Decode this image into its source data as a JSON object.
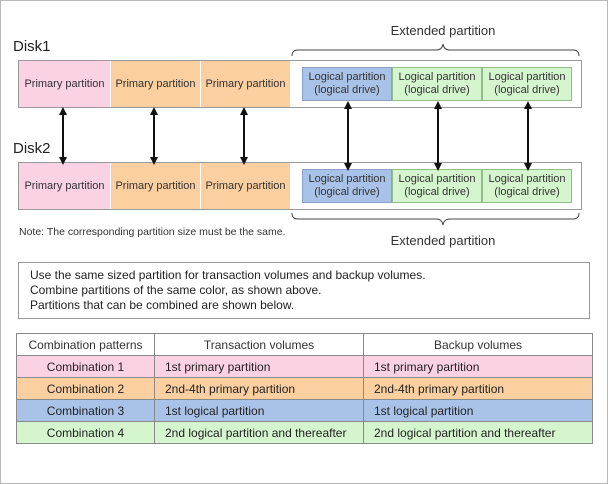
{
  "disks": [
    {
      "label": "Disk1",
      "primary": [
        "Primary partition",
        "Primary partition",
        "Primary partition"
      ],
      "logical": [
        {
          "line1": "Logical partition",
          "line2": "(logical drive)"
        },
        {
          "line1": "Logical partition",
          "line2": "(logical drive)"
        },
        {
          "line1": "Logical partition",
          "line2": "(logical drive)"
        }
      ]
    },
    {
      "label": "Disk2",
      "primary": [
        "Primary partition",
        "Primary partition",
        "Primary partition"
      ],
      "logical": [
        {
          "line1": "Logical partition",
          "line2": "(logical drive)"
        },
        {
          "line1": "Logical partition",
          "line2": "(logical drive)"
        },
        {
          "line1": "Logical partition",
          "line2": "(logical drive)"
        }
      ]
    }
  ],
  "extended_label_top": "Extended partition",
  "extended_label_bottom": "Extended partition",
  "note": "Note: The corresponding partition size must be the same.",
  "info_lines": [
    "Use the same sized partition for transaction volumes and backup volumes.",
    "Combine partitions of the same color, as shown above.",
    "Partitions that can be combined are shown below."
  ],
  "table": {
    "headers": [
      "Combination patterns",
      "Transaction volumes",
      "Backup volumes"
    ],
    "rows": [
      {
        "pattern": "Combination 1",
        "transaction": "1st primary partition",
        "backup": "1st primary partition"
      },
      {
        "pattern": "Combination 2",
        "transaction": "2nd-4th primary partition",
        "backup": "2nd-4th primary partition"
      },
      {
        "pattern": "Combination 3",
        "transaction": "1st logical partition",
        "backup": "1st logical partition"
      },
      {
        "pattern": "Combination 4",
        "transaction": "2nd logical partition and thereafter",
        "backup": "2nd logical partition and thereafter"
      }
    ]
  },
  "colors": {
    "pink": "#fbd1e4",
    "orange": "#fbcf9f",
    "blue": "#a9c3e8",
    "green": "#d5f5cf"
  }
}
